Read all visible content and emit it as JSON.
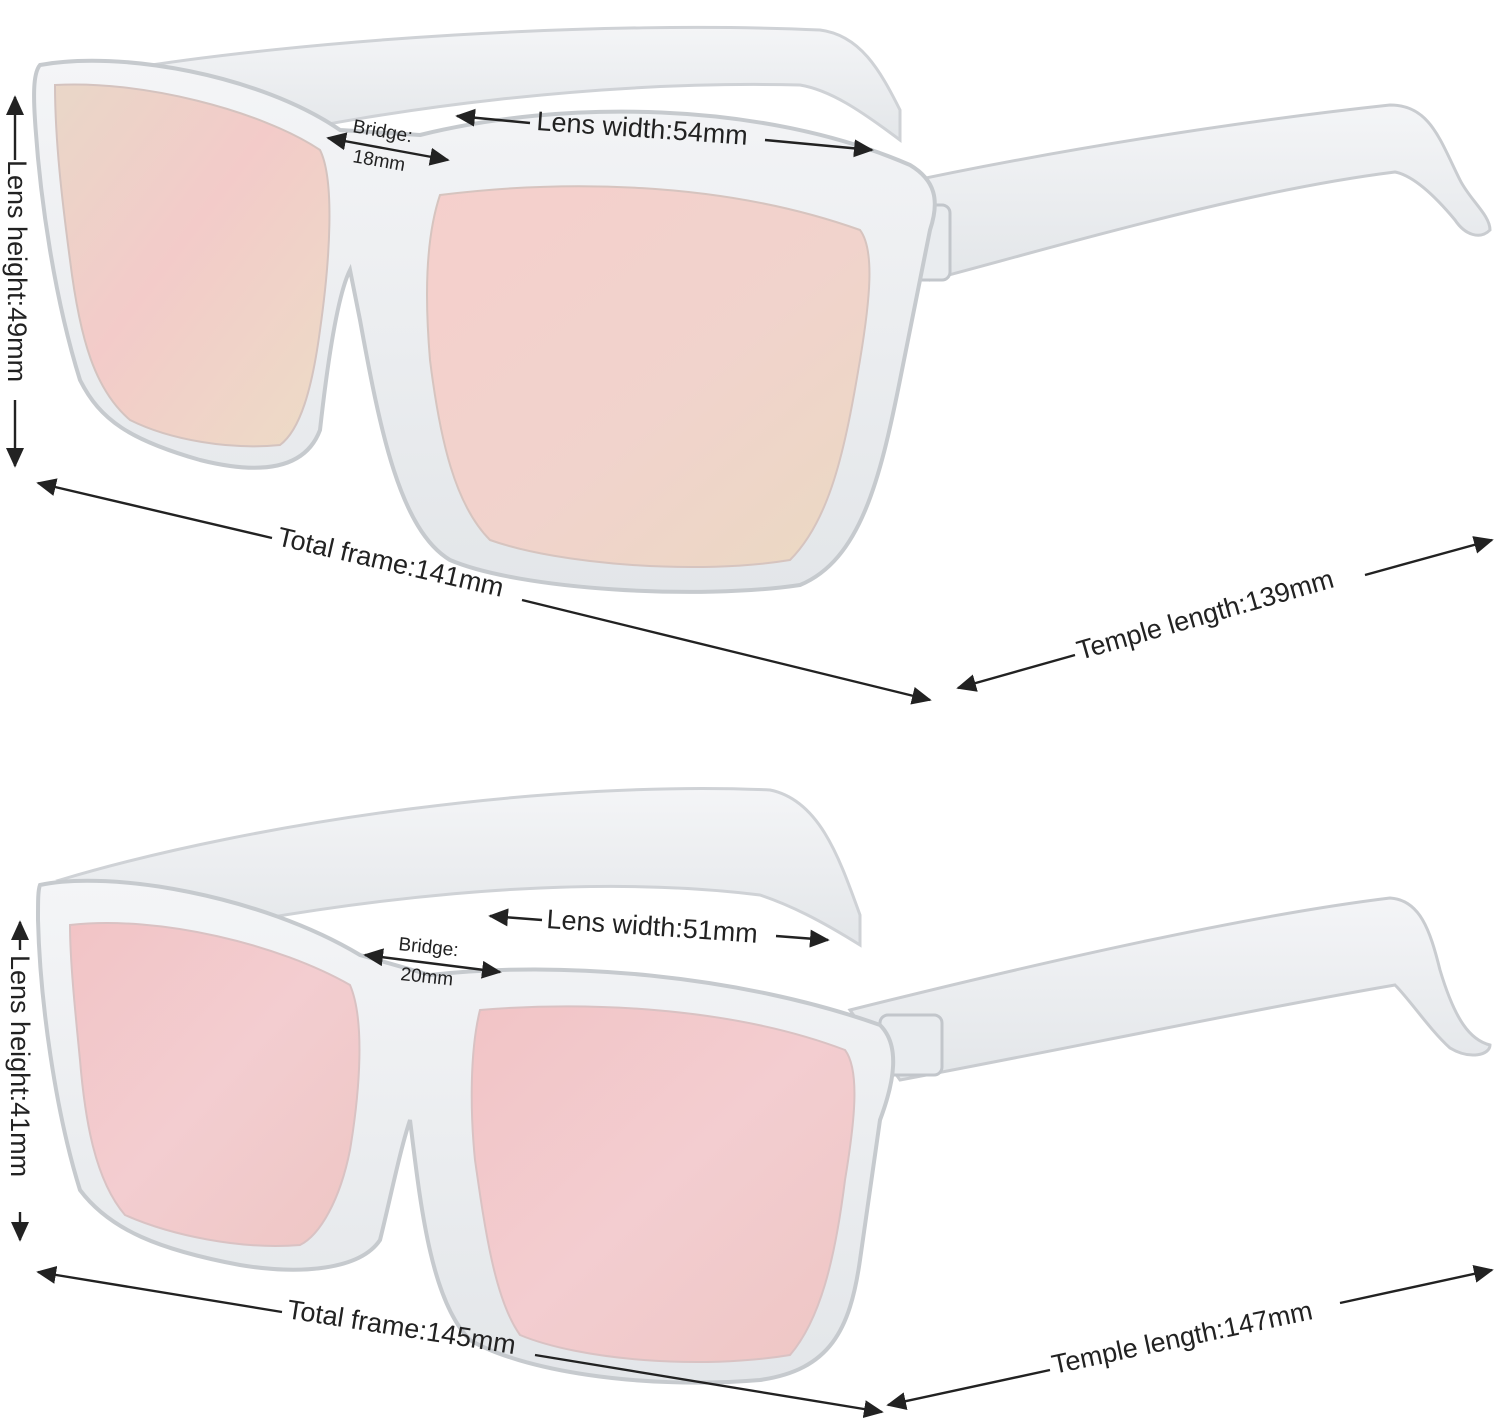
{
  "colors": {
    "frame": "#eef0f2",
    "frame_edge": "#c9ccd0",
    "lens_pink": "#f3c9c9",
    "lens_gold": "#efe0c8",
    "dimension_ink": "#222222"
  },
  "top_pair": {
    "bridge_label": "Bridge:",
    "bridge_value": "18mm",
    "lens_width": "Lens width:54mm",
    "lens_height": "Lens height:49mm",
    "total_frame": "Total frame:141mm",
    "temple_length": "Temple length:139mm"
  },
  "bottom_pair": {
    "bridge_label": "Bridge:",
    "bridge_value": "20mm",
    "lens_width": "Lens width:51mm",
    "lens_height": "Lens height:41mm",
    "total_frame": "Total frame:145mm",
    "temple_length": "Temple length:147mm"
  }
}
